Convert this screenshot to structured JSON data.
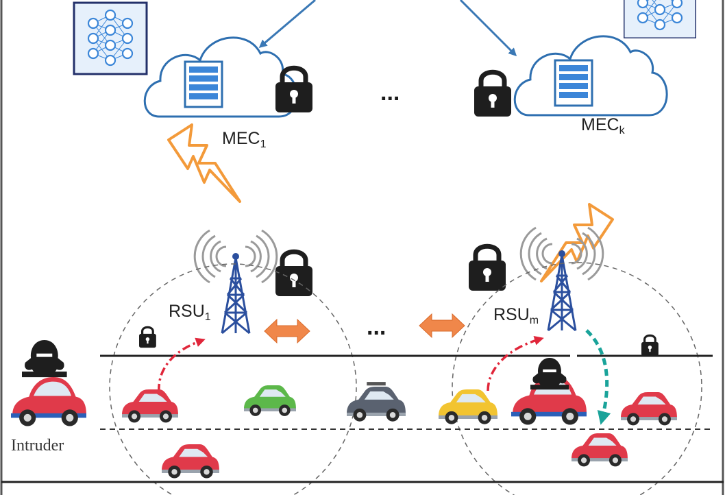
{
  "labels": {
    "mec_left": {
      "base": "MEC",
      "sub": "1"
    },
    "mec_right": {
      "base": "MEC",
      "sub": "k"
    },
    "rsu_left": {
      "base": "RSU",
      "sub": "1"
    },
    "rsu_right": {
      "base": "RSU",
      "sub": "m"
    },
    "intruder": "Intruder",
    "ellipsis": "..."
  },
  "colors": {
    "cloud_stroke": "#2e6fb0",
    "server_fill": "#3c86d8",
    "link_arrow": "#3a78b5",
    "lightning": "#f39a3a",
    "lock": "#1e1e1e",
    "tower": "#2b4f9e",
    "signal_wave": "#9a9a9a",
    "v2v_arrow": "#f0874a",
    "attack_path": "#e0263a",
    "handover_path": "#1aa39a",
    "car_red": "#e03a4a",
    "car_green": "#5cb84a",
    "car_gray": "#5a6270",
    "car_yellow": "#f2c431"
  },
  "icons": [
    "neural-network-icon",
    "cloud-server-icon",
    "lock-icon",
    "lightning-icon",
    "rsu-tower-icon",
    "car-icon",
    "hacker-icon"
  ]
}
